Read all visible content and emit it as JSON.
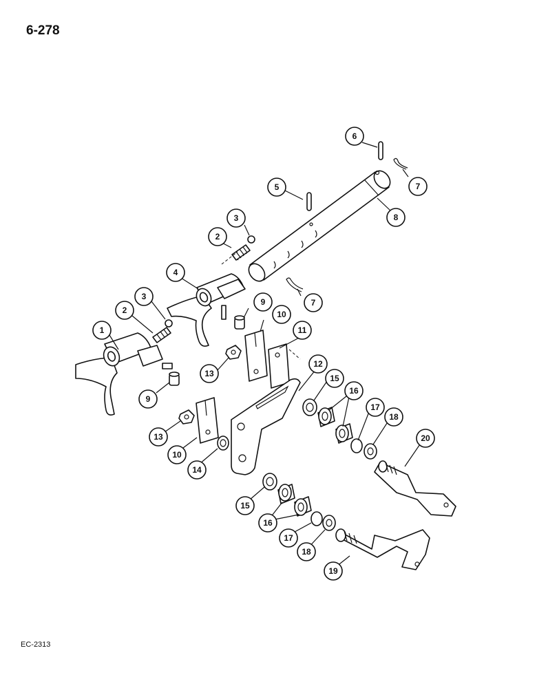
{
  "page": {
    "number": "6-278",
    "drawing_code": "EC-2313"
  },
  "callouts": [
    {
      "id": "c1",
      "label": "1"
    },
    {
      "id": "c2a",
      "label": "2"
    },
    {
      "id": "c2b",
      "label": "2"
    },
    {
      "id": "c3a",
      "label": "3"
    },
    {
      "id": "c3b",
      "label": "3"
    },
    {
      "id": "c4",
      "label": "4"
    },
    {
      "id": "c5",
      "label": "5"
    },
    {
      "id": "c6",
      "label": "6"
    },
    {
      "id": "c7a",
      "label": "7"
    },
    {
      "id": "c7b",
      "label": "7"
    },
    {
      "id": "c8",
      "label": "8"
    },
    {
      "id": "c9a",
      "label": "9"
    },
    {
      "id": "c9b",
      "label": "9"
    },
    {
      "id": "c10a",
      "label": "10"
    },
    {
      "id": "c10b",
      "label": "10"
    },
    {
      "id": "c11",
      "label": "11"
    },
    {
      "id": "c12",
      "label": "12"
    },
    {
      "id": "c13a",
      "label": "13"
    },
    {
      "id": "c13b",
      "label": "13"
    },
    {
      "id": "c14",
      "label": "14"
    },
    {
      "id": "c15a",
      "label": "15"
    },
    {
      "id": "c15b",
      "label": "15"
    },
    {
      "id": "c16a",
      "label": "16"
    },
    {
      "id": "c16b",
      "label": "16"
    },
    {
      "id": "c17a",
      "label": "17"
    },
    {
      "id": "c17b",
      "label": "17"
    },
    {
      "id": "c18a",
      "label": "18"
    },
    {
      "id": "c18b",
      "label": "18"
    },
    {
      "id": "c19",
      "label": "19"
    },
    {
      "id": "c20",
      "label": "20"
    }
  ]
}
